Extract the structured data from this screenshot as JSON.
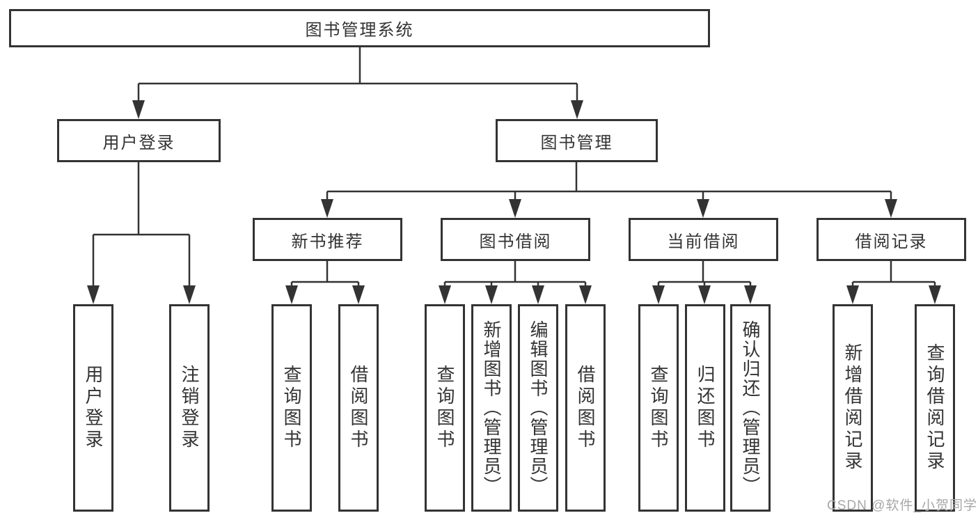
{
  "diagram": {
    "title": "图书管理系统",
    "level2": [
      "用户登录",
      "图书管理"
    ],
    "level3": [
      "新书推荐",
      "图书借阅",
      "当前借阅",
      "借阅记录"
    ],
    "leaves": {
      "login": [
        "用户登录",
        "注销登录"
      ],
      "recommend": [
        "查询图书",
        "借阅图书"
      ],
      "borrow": [
        "查询图书",
        "新增图书（管理员）",
        "编辑图书（管理员）",
        "借阅图书"
      ],
      "current": [
        "查询图书",
        "归还图书",
        "确认归还（管理员）"
      ],
      "records": [
        "新增借阅记录",
        "查询借阅记录"
      ]
    }
  },
  "watermark": {
    "text": "CSDN @软件_小贺同学"
  },
  "colors": {
    "line": "#333333",
    "text": "#333333",
    "watermark": "#a8a8a8",
    "bg": "#ffffff"
  }
}
